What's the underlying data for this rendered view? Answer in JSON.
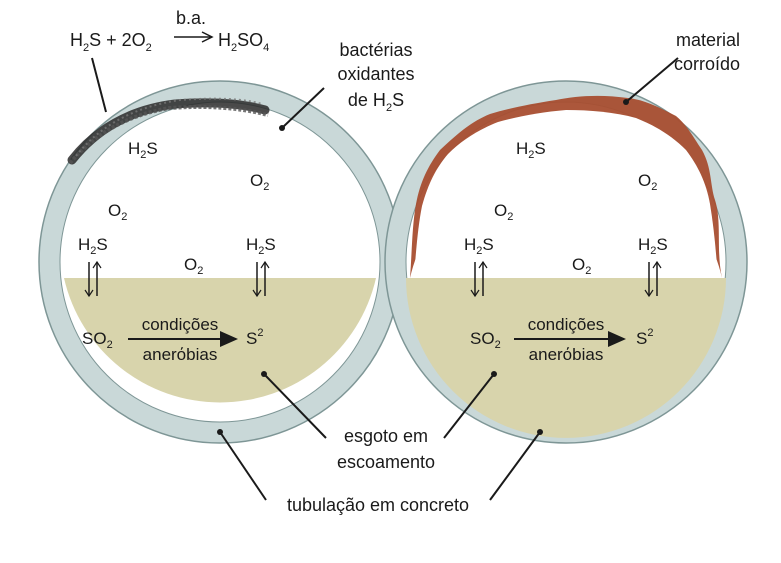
{
  "colors": {
    "pipe_wall": "#c9d8d8",
    "sewage": "#d8d4ac",
    "corrosion": "#a84e30",
    "bacteria": "#2a2a2a",
    "line": "#1a1a1a",
    "background": "#ffffff"
  },
  "equation": {
    "reactant_h2s": "H",
    "sub_2a": "2",
    "reactant_s": "S + 2O",
    "sub_2b": "2",
    "catalyst": "b.a.",
    "product_h": "H",
    "sub_2c": "2",
    "product_so": "SO",
    "sub_4": "4"
  },
  "labels": {
    "bacteria_line1": "bactérias",
    "bacteria_line2": "oxidantes",
    "bacteria_line3_pre": "de H",
    "bacteria_line3_sub": "2",
    "bacteria_line3_post": "S",
    "material_line1": "material",
    "material_line2": "corroído",
    "sewage_line1": "esgoto em",
    "sewage_line2": "escoamento",
    "pipe": "tubulação em concreto"
  },
  "chemistry": {
    "h": "H",
    "s": "S",
    "o": "O",
    "so": "SO",
    "sub2": "2",
    "sup2": "2",
    "conditions_line1": "condições",
    "conditions_line2": "anerόbias"
  }
}
